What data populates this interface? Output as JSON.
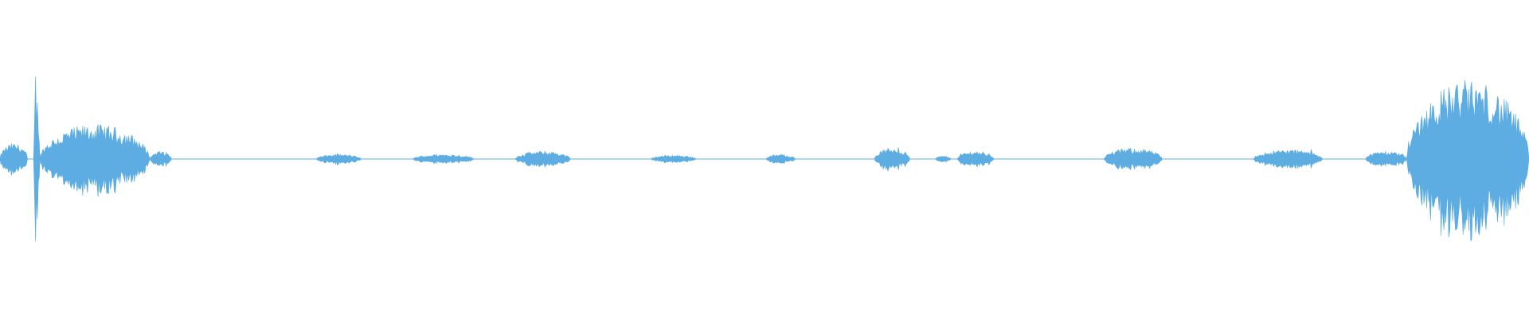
{
  "waveform": {
    "color": "#5dade2",
    "baseline_color": "#5dade2",
    "segments": [
      {
        "start": 0.0,
        "end": 0.018,
        "amp": 0.1
      },
      {
        "start": 0.022,
        "end": 0.026,
        "amp": 0.4
      },
      {
        "start": 0.026,
        "end": 0.098,
        "amp": 0.22
      },
      {
        "start": 0.098,
        "end": 0.112,
        "amp": 0.05
      },
      {
        "start": 0.207,
        "end": 0.236,
        "amp": 0.03
      },
      {
        "start": 0.27,
        "end": 0.31,
        "amp": 0.03
      },
      {
        "start": 0.337,
        "end": 0.373,
        "amp": 0.05
      },
      {
        "start": 0.426,
        "end": 0.455,
        "amp": 0.025
      },
      {
        "start": 0.501,
        "end": 0.52,
        "amp": 0.03
      },
      {
        "start": 0.572,
        "end": 0.595,
        "amp": 0.07
      },
      {
        "start": 0.612,
        "end": 0.622,
        "amp": 0.02
      },
      {
        "start": 0.626,
        "end": 0.65,
        "amp": 0.05
      },
      {
        "start": 0.722,
        "end": 0.76,
        "amp": 0.07
      },
      {
        "start": 0.82,
        "end": 0.865,
        "amp": 0.06
      },
      {
        "start": 0.893,
        "end": 0.92,
        "amp": 0.05
      },
      {
        "start": 0.92,
        "end": 1.0,
        "amp": 0.5
      }
    ]
  }
}
